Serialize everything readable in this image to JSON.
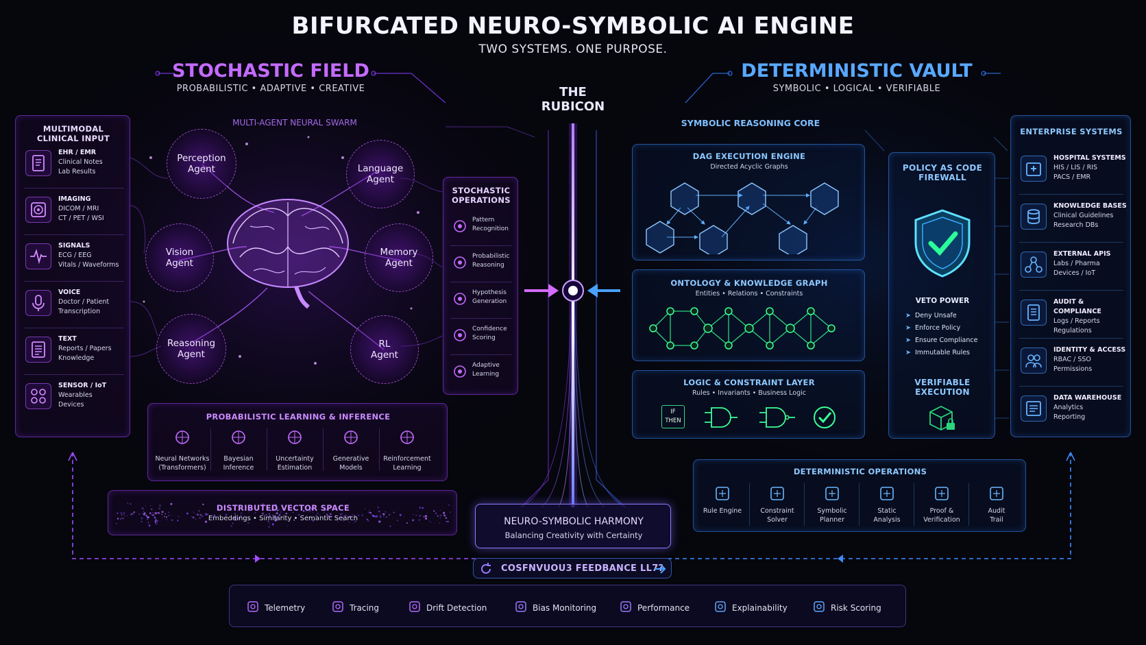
{
  "header": {
    "title": "BIFURCATED NEURO-SYMBOLIC AI ENGINE",
    "subtitle": "TWO SYSTEMS. ONE PURPOSE."
  },
  "left": {
    "title": "STOCHASTIC FIELD",
    "subtitle": "PROBABILISTIC • ADAPTIVE • CREATIVE"
  },
  "right": {
    "title": "DETERMINISTIC VAULT",
    "subtitle": "SYMBOLIC • LOGICAL • VERIFIABLE"
  },
  "center": {
    "title_line1": "THE",
    "title_line2": "RUBICON"
  },
  "inputs": {
    "title": "MULTIMODAL\nCLINICAL INPUT",
    "items": [
      {
        "icon": "document-icon",
        "label": "EHR / EMR",
        "lines": [
          "Clinical Notes",
          "Lab Results"
        ]
      },
      {
        "icon": "scan-icon",
        "label": "IMAGING",
        "lines": [
          "DICOM / MRI",
          "CT / PET / WSI"
        ]
      },
      {
        "icon": "waveform-icon",
        "label": "SIGNALS",
        "lines": [
          "ECG / EEG",
          "Vitals / Waveforms"
        ]
      },
      {
        "icon": "microphone-icon",
        "label": "VOICE",
        "lines": [
          "Doctor / Patient",
          "Transcription"
        ]
      },
      {
        "icon": "text-icon",
        "label": "TEXT",
        "lines": [
          "Reports / Papers",
          "Knowledge"
        ]
      },
      {
        "icon": "sensor-icon",
        "label": "SENSOR / IoT",
        "lines": [
          "Wearables",
          "Devices"
        ]
      }
    ]
  },
  "swarm": {
    "title": "MULTI-AGENT NEURAL SWARM",
    "agents": [
      {
        "line1": "Perception",
        "line2": "Agent"
      },
      {
        "line1": "Language",
        "line2": "Agent"
      },
      {
        "line1": "Vision",
        "line2": "Agent"
      },
      {
        "line1": "Memory",
        "line2": "Agent"
      },
      {
        "line1": "Reasoning",
        "line2": "Agent"
      },
      {
        "line1": "RL",
        "line2": "Agent"
      }
    ]
  },
  "stochastic_ops": {
    "title": "STOCHASTIC\nOPERATIONS",
    "items": [
      {
        "l1": "Pattern",
        "l2": "Recognition"
      },
      {
        "l1": "Probabilistic",
        "l2": "Reasoning"
      },
      {
        "l1": "Hypothesis",
        "l2": "Generation"
      },
      {
        "l1": "Confidence",
        "l2": "Scoring"
      },
      {
        "l1": "Adaptive",
        "l2": "Learning"
      }
    ]
  },
  "learning": {
    "title": "PROBABILISTIC LEARNING & INFERENCE",
    "items": [
      {
        "l1": "Neural Networks",
        "l2": "(Transformers)"
      },
      {
        "l1": "Bayesian",
        "l2": "Inference"
      },
      {
        "l1": "Uncertainty",
        "l2": "Estimation"
      },
      {
        "l1": "Generative",
        "l2": "Models"
      },
      {
        "l1": "Reinforcement",
        "l2": "Learning"
      }
    ]
  },
  "vector_space": {
    "title": "DISTRIBUTED VECTOR SPACE",
    "subtitle": "Embeddings • Similarity • Semantic Search"
  },
  "harmony": {
    "title": "NEURO-SYMBOLIC HARMONY",
    "subtitle": "Balancing Creativity with Certainty"
  },
  "core": {
    "title": "SYMBOLIC REASONING CORE",
    "dag": {
      "title": "DAG EXECUTION ENGINE",
      "subtitle": "Directed Acyclic Graphs"
    },
    "ontology": {
      "title": "ONTOLOGY & KNOWLEDGE GRAPH",
      "subtitle": "Entities • Relations • Constraints"
    },
    "logic": {
      "title": "LOGIC & CONSTRAINT LAYER",
      "subtitle": "Rules • Invariants • Business Logic",
      "if": "IF",
      "then": "THEN"
    }
  },
  "firewall": {
    "title": "POLICY AS CODE\nFIREWALL",
    "veto": "VETO POWER",
    "items": [
      "Deny Unsafe",
      "Enforce Policy",
      "Ensure Compliance",
      "Immutable Rules"
    ],
    "verifiable": "VERIFIABLE\nEXECUTION"
  },
  "enterprise": {
    "title": "ENTERPRISE SYSTEMS",
    "items": [
      {
        "icon": "hospital-icon",
        "label": "HOSPITAL SYSTEMS",
        "lines": [
          "HIS / LIS / RIS",
          "PACS / EMR"
        ]
      },
      {
        "icon": "database-icon",
        "label": "KNOWLEDGE BASES",
        "lines": [
          "Clinical Guidelines",
          "Research DBs"
        ]
      },
      {
        "icon": "api-icon",
        "label": "EXTERNAL APIS",
        "lines": [
          "Labs / Pharma",
          "Devices / IoT"
        ]
      },
      {
        "icon": "audit-icon",
        "label": "AUDIT & COMPLIANCE",
        "lines": [
          "Logs / Reports",
          "Regulations"
        ]
      },
      {
        "icon": "identity-icon",
        "label": "IDENTITY & ACCESS",
        "lines": [
          "RBAC / SSO",
          "Permissions"
        ]
      },
      {
        "icon": "warehouse-icon",
        "label": "DATA WAREHOUSE",
        "lines": [
          "Analytics",
          "Reporting"
        ]
      }
    ]
  },
  "det_ops": {
    "title": "DETERMINISTIC OPERATIONS",
    "items": [
      {
        "l1": "Rule Engine",
        "l2": ""
      },
      {
        "l1": "Constraint",
        "l2": "Solver"
      },
      {
        "l1": "Symbolic",
        "l2": "Planner"
      },
      {
        "l1": "Static",
        "l2": "Analysis"
      },
      {
        "l1": "Proof &",
        "l2": "Verification"
      },
      {
        "l1": "Audit",
        "l2": "Trail"
      }
    ]
  },
  "feedback": {
    "title": "COSFNVUOU3 FEEDBANCE LL7?",
    "items": [
      "Telemetry",
      "Tracing",
      "Drift Detection",
      "Bias Monitoring",
      "Performance",
      "Explainability",
      "Risk Scoring"
    ]
  },
  "colors": {
    "purple": "#c46bff",
    "blue": "#59a8ff",
    "green": "#2bd67b",
    "background": "#06060d"
  }
}
